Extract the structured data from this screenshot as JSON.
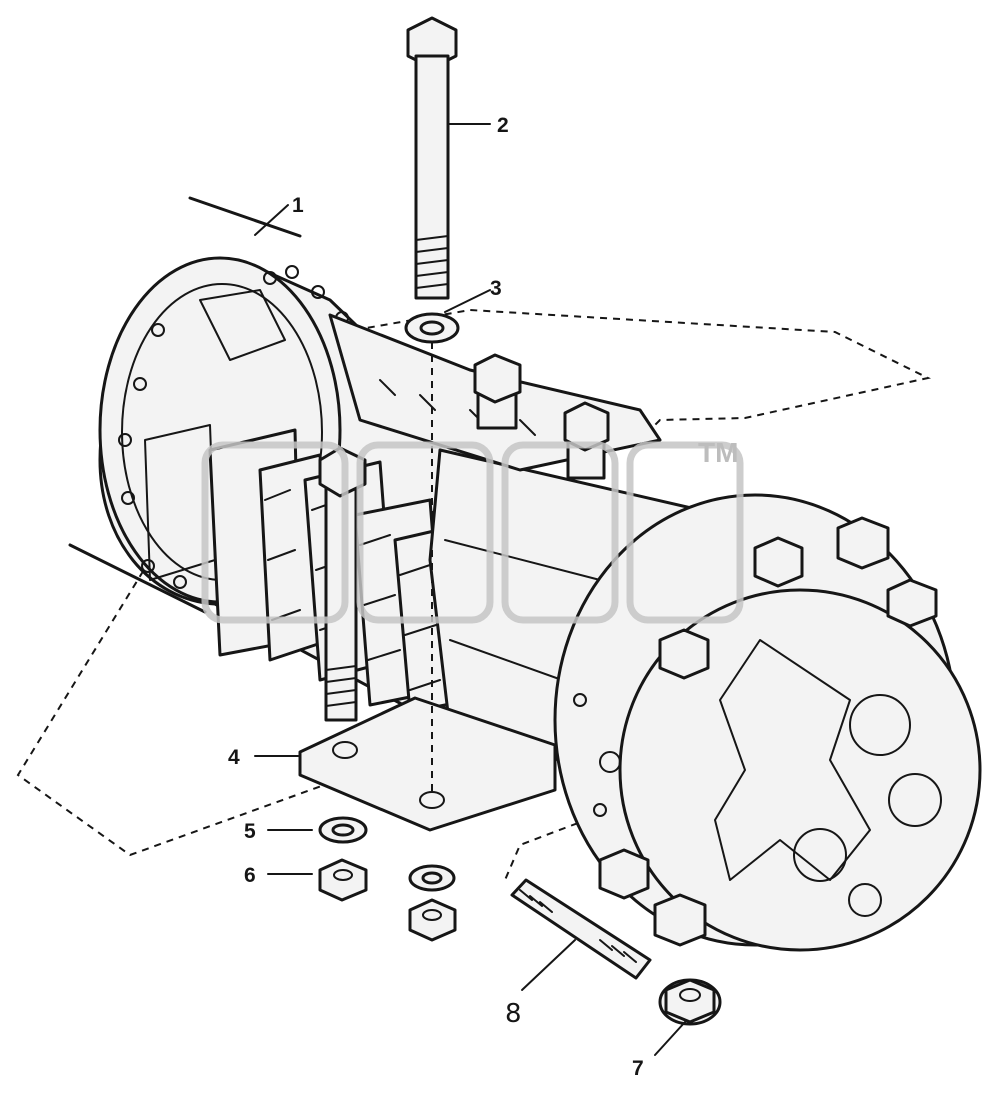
{
  "watermark": {
    "trademark": "TM"
  },
  "callouts": [
    {
      "id": "1",
      "label": "1"
    },
    {
      "id": "2",
      "label": "2"
    },
    {
      "id": "3",
      "label": "3"
    },
    {
      "id": "4",
      "label": "4"
    },
    {
      "id": "5",
      "label": "5"
    },
    {
      "id": "6",
      "label": "6"
    },
    {
      "id": "7",
      "label": "7"
    },
    {
      "id": "8",
      "label": "8"
    }
  ],
  "colors": {
    "ink": "#161616",
    "paper": "#ffffff",
    "watermark": "#c4c4c4"
  }
}
